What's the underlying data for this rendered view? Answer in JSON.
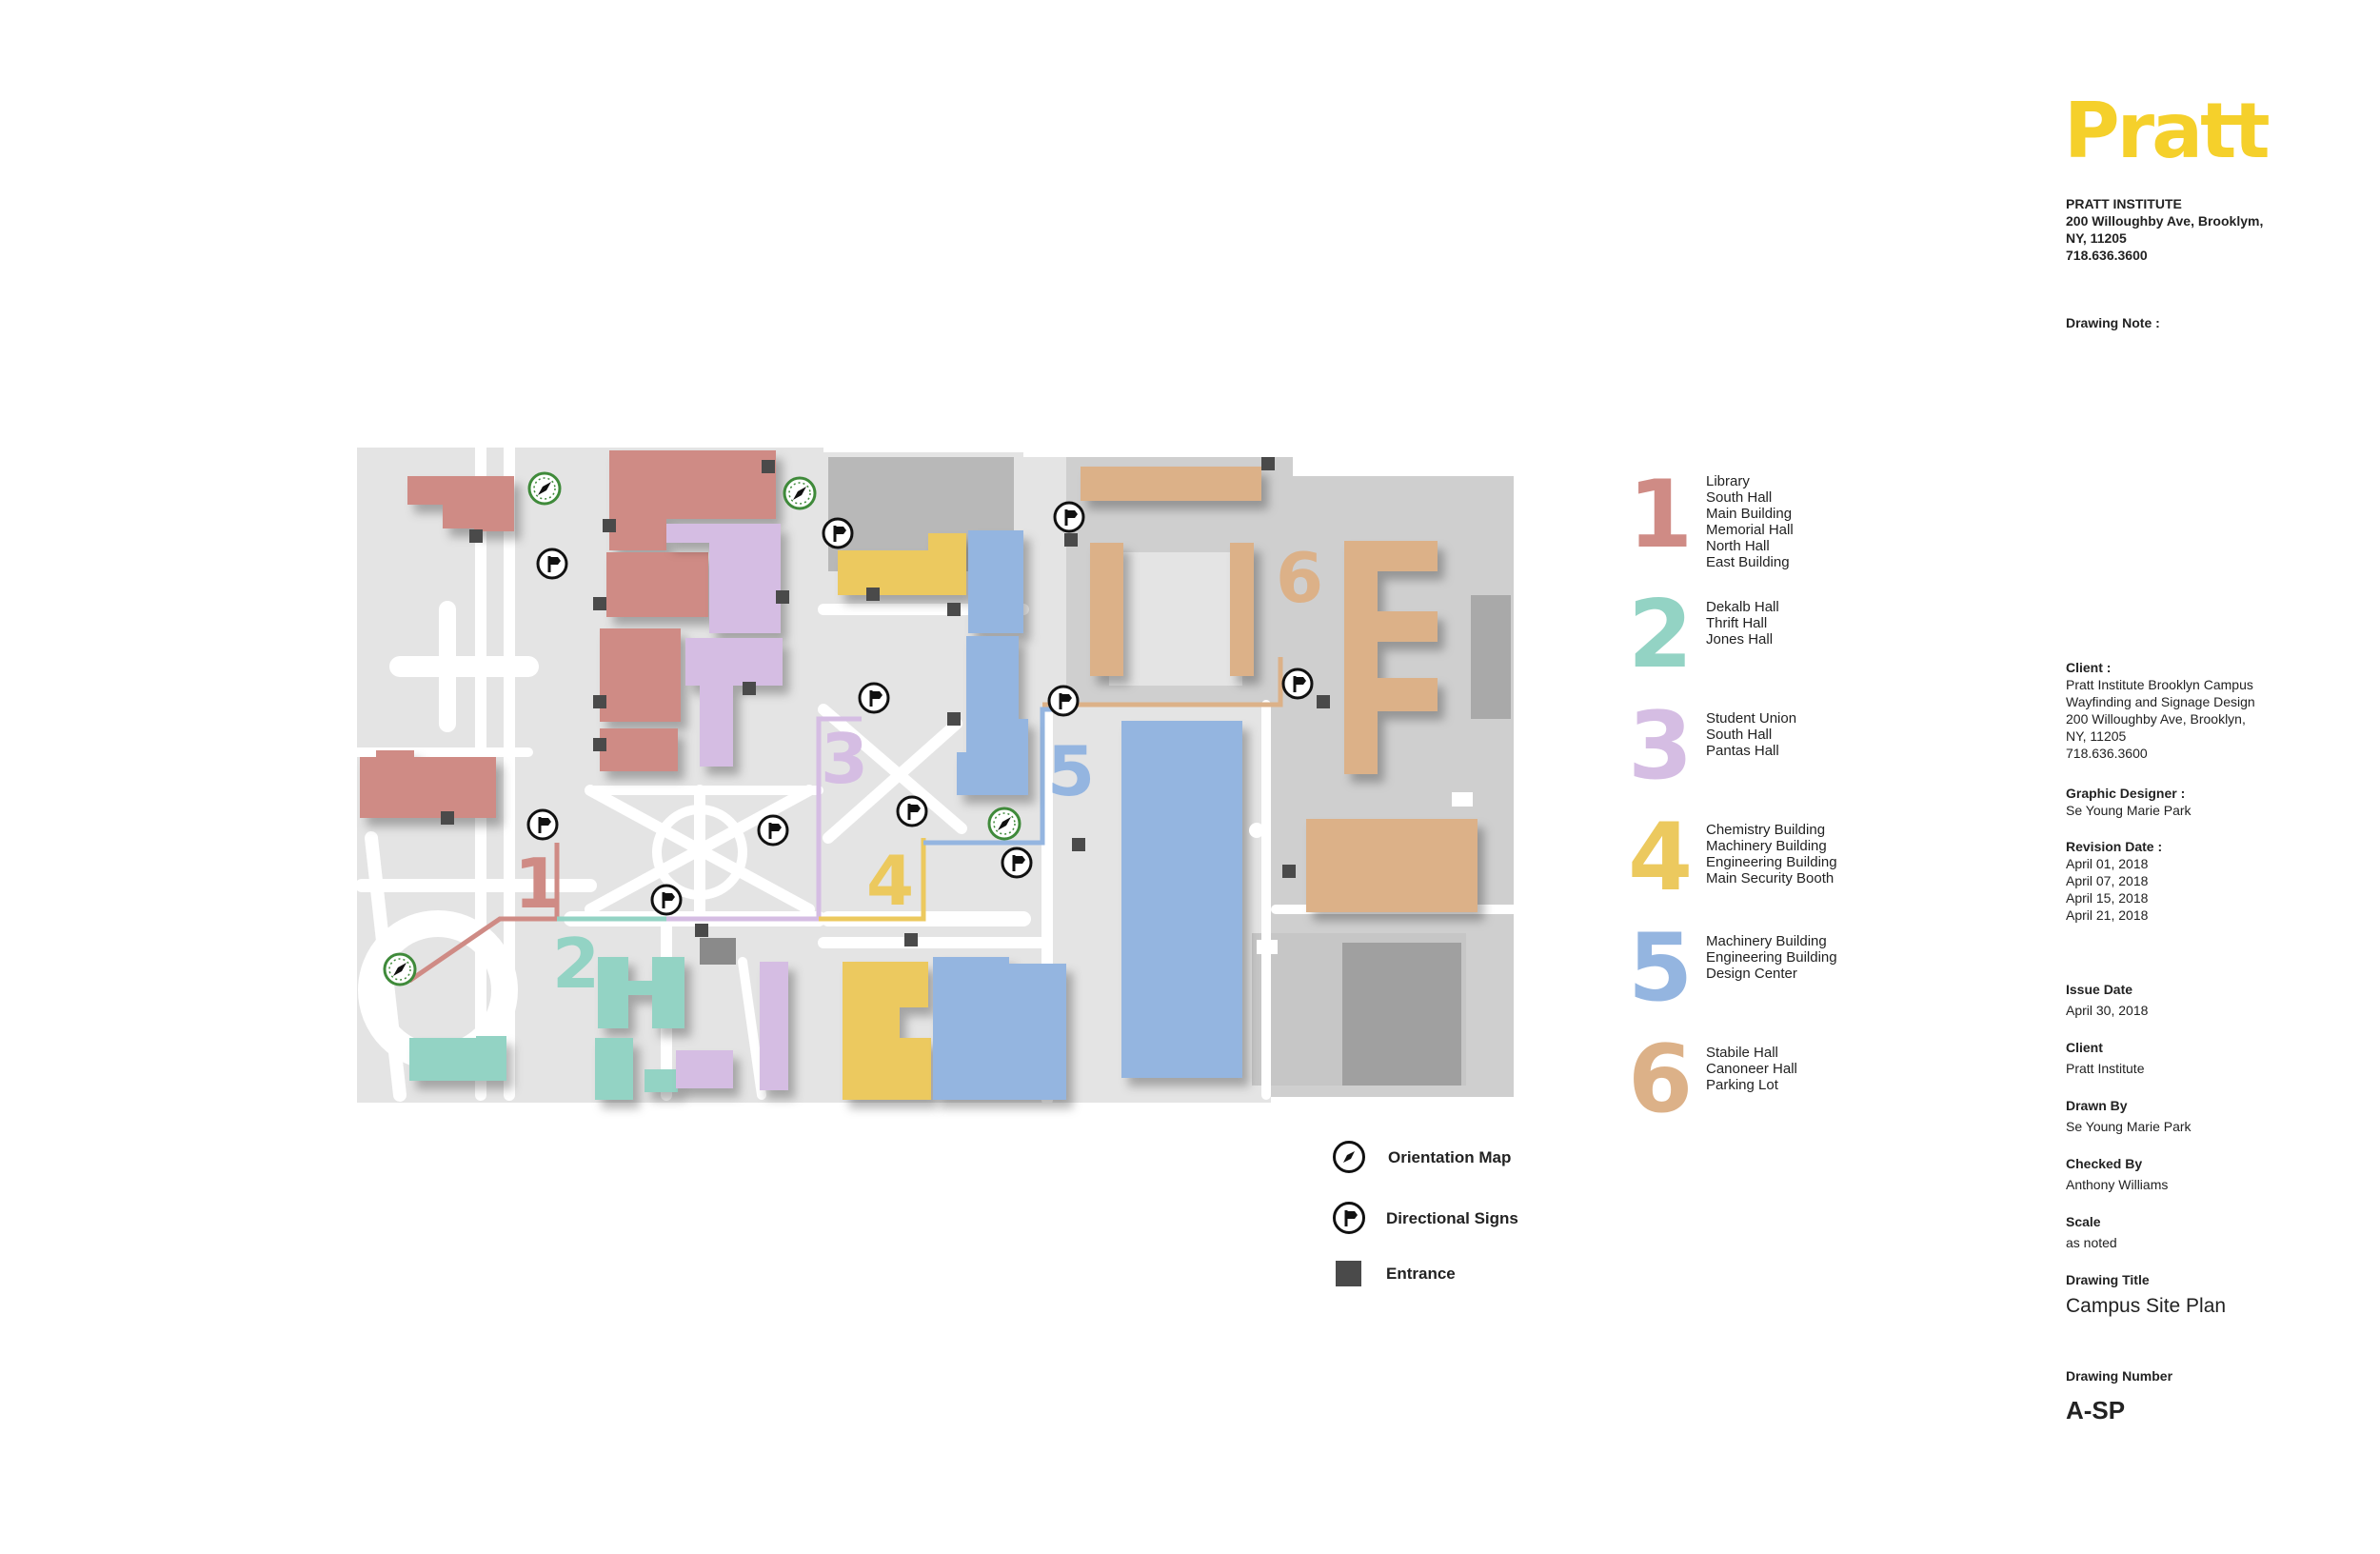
{
  "brand": {
    "logo": "Pratt",
    "color": "#f5d02b"
  },
  "institute": {
    "name": "PRATT INSTITUTE",
    "address_line1": "200 Willoughby Ave, Brooklym,",
    "address_line2": "NY, 11205",
    "phone": "718.636.3600"
  },
  "drawing_note_label": "Drawing Note :",
  "zones": [
    {
      "num": "1",
      "color": "#cf8b85",
      "buildings": [
        "Library",
        "South Hall",
        "Main Building",
        "Memorial Hall",
        "North Hall",
        "East Building"
      ]
    },
    {
      "num": "2",
      "color": "#93d3c4",
      "buildings": [
        "Dekalb Hall",
        "Thrift Hall",
        "Jones Hall"
      ]
    },
    {
      "num": "3",
      "color": "#d5bde3",
      "buildings": [
        "Student Union",
        "South Hall",
        "Pantas Hall"
      ]
    },
    {
      "num": "4",
      "color": "#ecc95e",
      "buildings": [
        "Chemistry Building",
        "Machinery Building",
        "Engineering Building",
        "Main Security Booth"
      ]
    },
    {
      "num": "5",
      "color": "#94b5e0",
      "buildings": [
        "Machinery Building",
        "Engineering Building",
        "Design Center"
      ]
    },
    {
      "num": "6",
      "color": "#dcb188",
      "buildings": [
        "Stabile Hall",
        "Canoneer Hall",
        "Parking Lot"
      ]
    }
  ],
  "legend": {
    "orientation": {
      "label": "Orientation Map",
      "icon": "compass-icon"
    },
    "directional": {
      "label": "Directional Signs",
      "icon": "signpost-icon"
    },
    "entrance": {
      "label": "Entrance",
      "icon": "entrance-square"
    }
  },
  "title_block": {
    "client_label": "Client :",
    "client_lines": [
      "Pratt Institute Brooklyn Campus",
      "Wayfinding and Signage Design",
      "200 Willoughby Ave, Brooklyn,",
      "NY, 11205",
      "718.636.3600"
    ],
    "designer_label": "Graphic Designer :",
    "designer": "Se Young Marie Park",
    "revision_label": "Revision Date :",
    "revision_dates": [
      "April 01, 2018",
      "April 07, 2018",
      "April 15, 2018",
      "April 21, 2018"
    ],
    "issue_label": "Issue Date",
    "issue_date": "April 30, 2018",
    "client2_label": "Client",
    "client2": "Pratt Institute",
    "drawn_by_label": "Drawn By",
    "drawn_by": "Se Young Marie Park",
    "checked_by_label": "Checked By",
    "checked_by": "Anthony Williams",
    "scale_label": "Scale",
    "scale": "as noted",
    "drawing_title_label": "Drawing Title",
    "drawing_title": "Campus Site Plan",
    "drawing_number_label": "Drawing Number",
    "drawing_number": "A-SP"
  }
}
